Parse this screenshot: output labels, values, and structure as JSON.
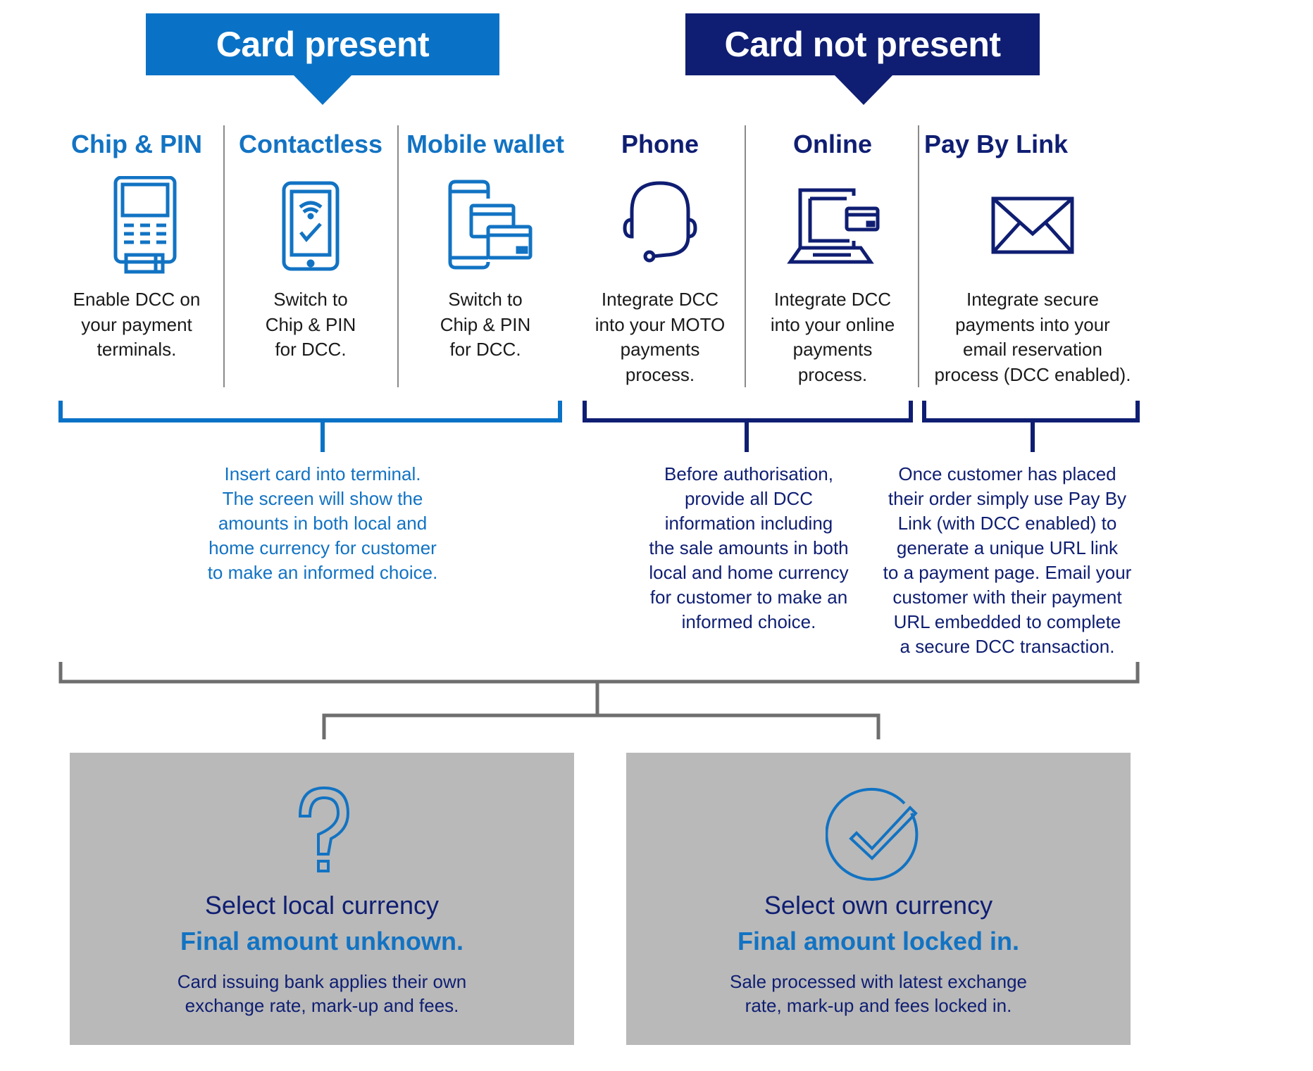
{
  "groups": {
    "card_present": {
      "label": "Card present",
      "color": "#0a72c6"
    },
    "card_not_present": {
      "label": "Card not present",
      "color": "#0f1e72"
    }
  },
  "channels": [
    {
      "title": "Chip & PIN",
      "icon": "payment-terminal-icon",
      "group": "card_present",
      "description": "Enable DCC on your payment terminals."
    },
    {
      "title": "Contactless",
      "icon": "contactless-phone-icon",
      "group": "card_present",
      "description": "Switch to Chip & PIN for DCC."
    },
    {
      "title": "Mobile wallet",
      "icon": "mobile-wallet-icon",
      "group": "card_present",
      "description": "Switch to Chip & PIN for DCC."
    },
    {
      "title": "Phone",
      "icon": "headset-icon",
      "group": "card_not_present",
      "description": "Integrate DCC into your MOTO payments process."
    },
    {
      "title": "Online",
      "icon": "laptop-card-icon",
      "group": "card_not_present",
      "description": "Integrate DCC into your online payments process."
    },
    {
      "title": "Pay By Link",
      "icon": "envelope-icon",
      "group": "card_not_present",
      "description": "Integrate secure payments into your email reservation process (DCC enabled)."
    }
  ],
  "desc_lines": {
    "chip_pin": [
      "Enable DCC on",
      "your payment",
      "terminals."
    ],
    "contactless": [
      "Switch to",
      "Chip & PIN",
      "for DCC."
    ],
    "mobile_wallet": [
      "Switch to",
      "Chip & PIN",
      "for DCC."
    ],
    "phone": [
      "Integrate DCC",
      "into your MOTO",
      "payments",
      "process."
    ],
    "online": [
      "Integrate DCC",
      "into your online",
      "payments",
      "process."
    ],
    "pay_by_link": [
      "Integrate secure",
      "payments into your",
      "email reservation",
      "process (DCC enabled)."
    ]
  },
  "process_notes": {
    "card_present": [
      "Insert card into terminal.",
      "The screen will show the",
      "amounts in both local and",
      "home currency for customer",
      "to make an informed choice."
    ],
    "phone_online": [
      "Before authorisation,",
      "provide all DCC",
      "information including",
      "the sale amounts in both",
      "local and home currency",
      "for customer to make an",
      "informed choice."
    ],
    "pay_by_link": [
      "Once customer has placed",
      "their order simply use Pay By",
      "Link (with DCC enabled) to",
      "generate a unique URL link",
      "to a payment page. Email your",
      "customer with their payment",
      "URL embedded to complete",
      "a secure DCC transaction."
    ]
  },
  "outcomes": [
    {
      "icon": "question-mark-icon",
      "heading": "Select local currency",
      "subheading": "Final amount unknown.",
      "lines": [
        "Card issuing bank applies their own",
        "exchange rate, mark-up and fees."
      ]
    },
    {
      "icon": "check-circle-icon",
      "heading": "Select own currency",
      "subheading": "Final amount locked in.",
      "lines": [
        "Sale processed with latest exchange",
        "rate, mark-up and fees locked in."
      ]
    }
  ],
  "colors": {
    "blue": "#0a72c6",
    "navy": "#0f1e72",
    "grey_box": "#b9b9b9",
    "connector_grey": "#6e6e6e",
    "divider": "#8a8a8a"
  }
}
